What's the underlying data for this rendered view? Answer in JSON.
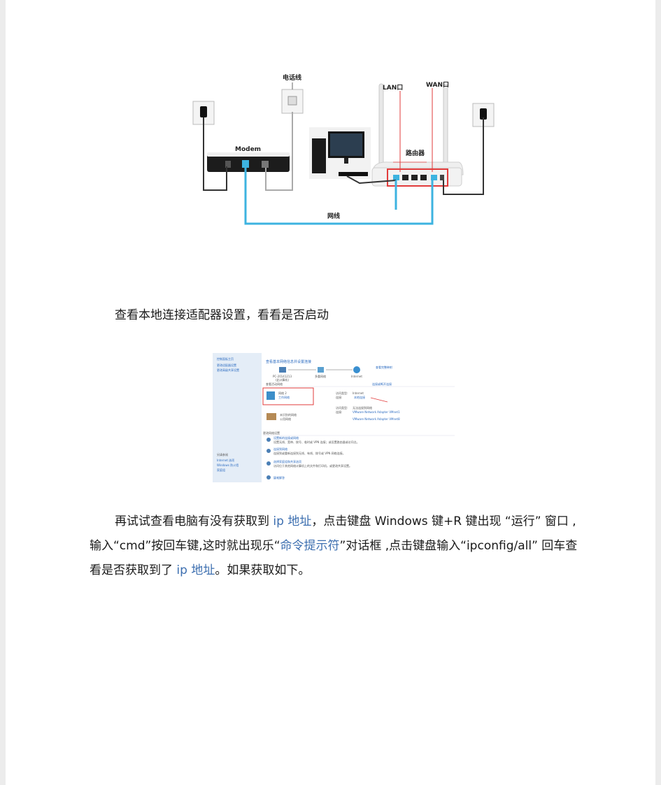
{
  "diagram": {
    "phone_line": "电话线",
    "modem": "Modem",
    "lan_port": "LAN口",
    "wan_port": "WAN口",
    "router": "路由器",
    "cable": "网线"
  },
  "para1": "查看本地连接适配器设置，看看是否启动",
  "para2": {
    "s1": "再试试查看电脑有没有获取到 ",
    "link1": "ip 地址",
    "s2": "，点击键盘 Windows 键+R 键出现 “运行” 窗口 ,输入“cmd”按回车键,这时就出现乐“",
    "link2": "命令提示符",
    "s3": "”对话框 ,点击键盘输入“ipconfig/all” 回车查看是否获取到了 ",
    "link3": "ip 地址",
    "s4": "。如果获取如下。"
  },
  "screenshot": {
    "sidebar": [
      "控制面板主页",
      "更改适配器设置",
      "更改高级共享设置"
    ],
    "sidebar_bottom": [
      "另请参阅",
      "Internet 选项",
      "Windows 防火墙",
      "家庭组"
    ],
    "title": "查看基本网络信息并设置连接",
    "full_map": "查看完整映射",
    "node_pc": "PC-20141213",
    "node_pc_sub": "(此计算机)",
    "node_mid": "多重网络",
    "node_net": "Internet",
    "section_active": "查看活动网络",
    "connect_disconnect": "连接或断开连接",
    "net1_name": "网络 2",
    "net1_type": "工作网络",
    "access_label": "访问类型:",
    "access_value": "Internet",
    "conn_label": "连接:",
    "conn_value": "本地连接",
    "net2_name": "未识别的网络",
    "net2_type": "公用网络",
    "access2_value": "无法连接到网络",
    "vm1": "VMware Network Adapter VMnet1",
    "vm8": "VMware Network Adapter VMnet8",
    "section_change": "更改网络设置",
    "tasks": [
      {
        "title": "设置新的连接或网络",
        "desc": "设置无线、宽带、拨号、临时或 VPN 连接；或设置路由器或访问点。"
      },
      {
        "title": "连接到网络",
        "desc": "连接到或重新连接到无线、有线、拨号或 VPN 网络连接。"
      },
      {
        "title": "选择家庭组和共享选项",
        "desc": "访问位于其他网络计算机上的文件和打印机，或更改共享设置。"
      },
      {
        "title": "疑难解答",
        "desc": ""
      }
    ]
  }
}
